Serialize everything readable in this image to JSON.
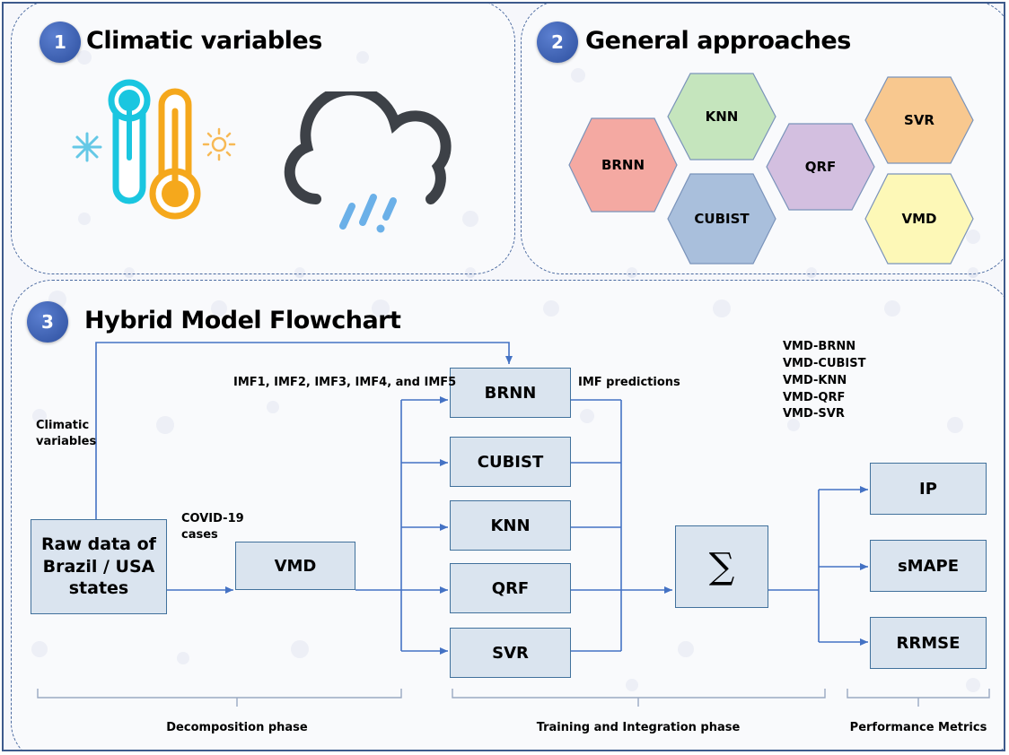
{
  "panels": {
    "p1": {
      "number": "1",
      "title": "Climatic variables"
    },
    "p2": {
      "number": "2",
      "title": "General approaches"
    },
    "p3": {
      "number": "3",
      "title": "Hybrid Model Flowchart"
    }
  },
  "hexagons": [
    {
      "label": "BRNN",
      "color": "#f4a9a2"
    },
    {
      "label": "KNN",
      "color": "#c5e5bd"
    },
    {
      "label": "CUBIST",
      "color": "#a9bfdc"
    },
    {
      "label": "QRF",
      "color": "#d3bfe0"
    },
    {
      "label": "SVR",
      "color": "#f8c88f"
    },
    {
      "label": "VMD",
      "color": "#fdf8b7"
    }
  ],
  "flow": {
    "raw_data": "Raw data of Brazil / USA states",
    "vmd": "VMD",
    "models": [
      "BRNN",
      "CUBIST",
      "KNN",
      "QRF",
      "SVR"
    ],
    "sum_symbol": "∑",
    "metrics": [
      "IP",
      "sMAPE",
      "RRMSE"
    ],
    "climatic_label_1": "Climatic",
    "climatic_label_2": "variables",
    "covid_label_1": "COVID-19",
    "covid_label_2": "cases",
    "imf_label": "IMF1, IMF2, IMF3, IMF4, and IMF5",
    "imf_predictions": "IMF predictions",
    "hybrid_models": [
      "VMD-BRNN",
      "VMD-CUBIST",
      "VMD-KNN",
      "VMD-QRF",
      "VMD-SVR"
    ]
  },
  "phases": {
    "decomposition": "Decomposition phase",
    "training": "Training and Integration phase",
    "performance": "Performance Metrics"
  }
}
